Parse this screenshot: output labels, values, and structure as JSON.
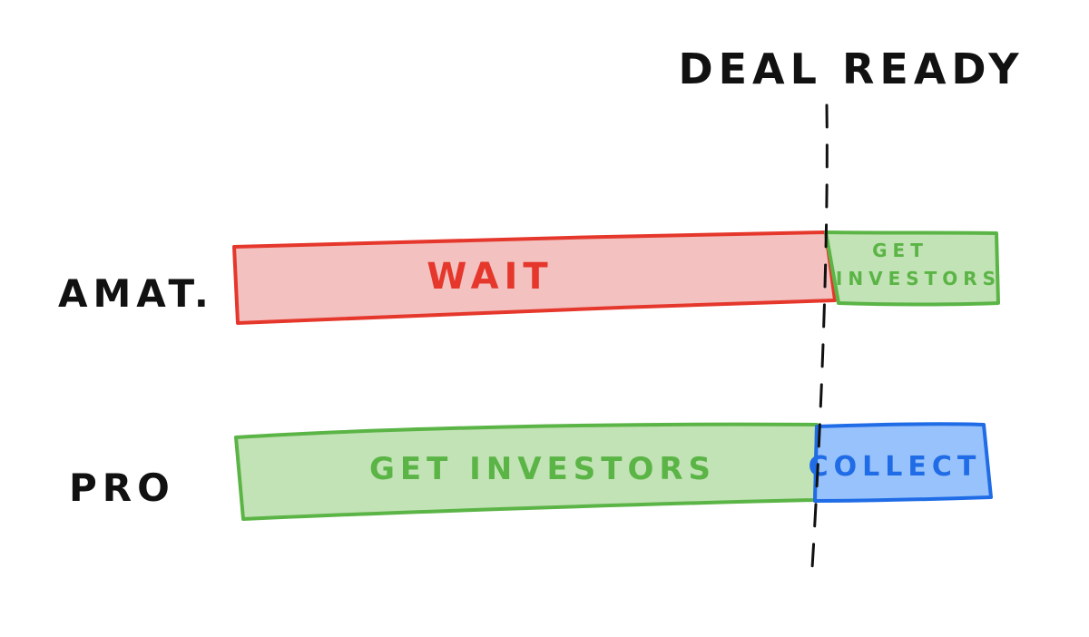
{
  "marker": {
    "label": "DEAL READY"
  },
  "rows": [
    {
      "label": "AMAT.",
      "segments": [
        {
          "lines": [
            "WAIT"
          ],
          "fill": "#f2c1c0",
          "stroke": "#e5372b",
          "text": "#e5372b"
        },
        {
          "lines": [
            "GET",
            "INVESTORS"
          ],
          "fill": "#c2e3b5",
          "stroke": "#5bb446",
          "text": "#5bb446"
        }
      ]
    },
    {
      "label": "PRO",
      "segments": [
        {
          "lines": [
            "GET INVESTORS"
          ],
          "fill": "#c2e3b5",
          "stroke": "#5bb446",
          "text": "#5bb446"
        },
        {
          "lines": [
            "COLLECT"
          ],
          "fill": "#98c2fb",
          "stroke": "#1f6ce6",
          "text": "#1f6ce6"
        }
      ]
    }
  ]
}
